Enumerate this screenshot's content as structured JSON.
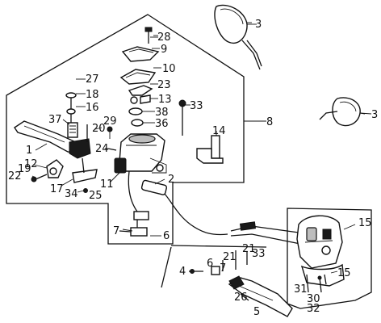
{
  "diagram": {
    "callouts": {
      "c1": "1",
      "c2": "2",
      "c3a": "3",
      "c3b": "3",
      "c4": "4",
      "c5": "5",
      "c6a": "6",
      "c6b": "6",
      "c7a": "7",
      "c7b": "7",
      "c8": "8",
      "c9": "9",
      "c10": "10",
      "c11": "11",
      "c12": "12",
      "c13": "13",
      "c14": "14",
      "c15a": "15",
      "c15b": "15",
      "c16": "16",
      "c17": "17",
      "c18": "18",
      "c19": "19",
      "c20": "20",
      "c21a": "21",
      "c21b": "21",
      "c22": "22",
      "c23": "23",
      "c24": "24",
      "c25": "25",
      "c26": "26",
      "c27": "27",
      "c28": "28",
      "c29": "29",
      "c30": "30",
      "c31": "31",
      "c32": "32",
      "c33a": "33",
      "c33b": "33",
      "c34": "34",
      "c36": "36",
      "c37": "37",
      "c38": "38"
    }
  }
}
